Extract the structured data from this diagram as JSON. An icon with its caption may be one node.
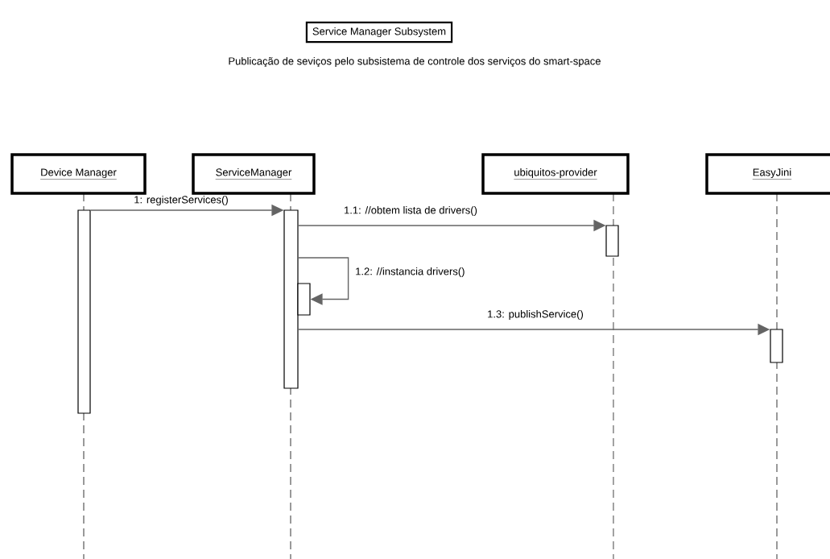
{
  "diagram": {
    "title": "Service Manager Subsystem",
    "nodes": [
      {
        "text": [
          "Device Manager"
        ]
      },
      {
        "text": [
          "ServiceManager"
        ]
      },
      {
        "text": [
          "ubiquitos-provider"
        ]
      },
      {
        "text": [
          "EasyJini"
        ]
      },
      {
        "text": [],
        "shape": "bar"
      },
      {
        "text": [],
        "shape": "bar"
      },
      {
        "text": [],
        "shape": "bar"
      },
      {
        "text": [],
        "shape": "bar"
      },
      {
        "text": [],
        "shape": "bar"
      }
    ],
    "edges": [
      {
        "from": 4,
        "to": 5,
        "arrow": "to",
        "label": "1: registerServices()"
      },
      {
        "from": 5,
        "to": 6,
        "arrow": "to",
        "label": "1.1: //obtem lista de drivers()"
      },
      {
        "from": 5,
        "to": 7,
        "arrow": "to",
        "label": "1.2: //instancia drivers()"
      },
      {
        "from": 5,
        "to": 8,
        "arrow": "to",
        "label": "1.3: publishService()"
      }
    ],
    "labels": [
      "Publicação de seviços pelo subsistema de controle dos serviços do smart-space"
    ]
  }
}
